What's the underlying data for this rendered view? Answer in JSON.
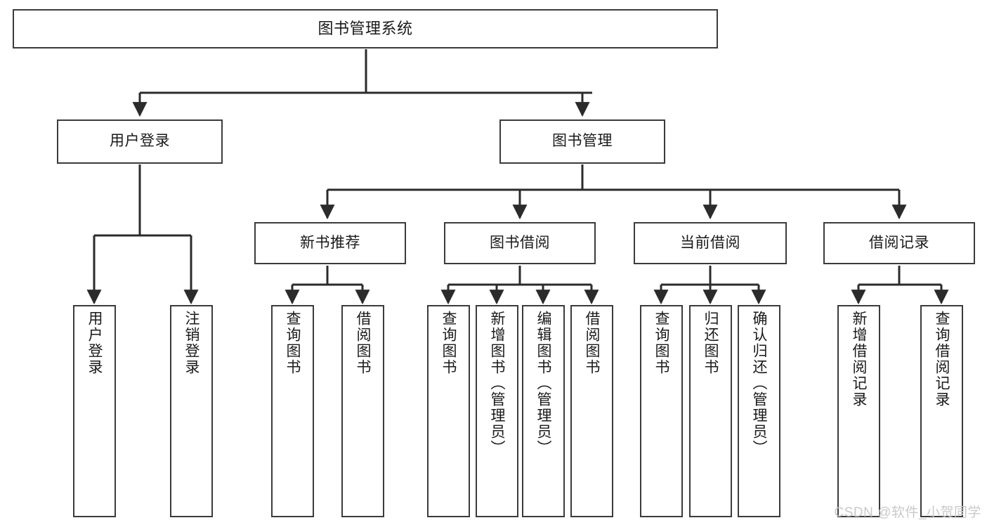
{
  "diagram": {
    "title": "图书管理系统",
    "watermark": "CSDN @软件_小贺同学",
    "colors": {
      "box_border": "#3b3b3b",
      "box_fill": "#ffffff",
      "connector": "#2b2b2b",
      "text": "#1a1a1a",
      "watermark": "#c9c9c9"
    },
    "root": {
      "label": "图书管理系统"
    },
    "level2": [
      {
        "label": "用户登录"
      },
      {
        "label": "图书管理"
      }
    ],
    "level3": [
      {
        "label": "新书推荐"
      },
      {
        "label": "图书借阅"
      },
      {
        "label": "当前借阅"
      },
      {
        "label": "借阅记录"
      }
    ],
    "leaves": {
      "user_login": [
        {
          "label": "用户登录"
        },
        {
          "label": "注销登录"
        }
      ],
      "new_book_recommend": [
        {
          "label": "查询图书"
        },
        {
          "label": "借阅图书"
        }
      ],
      "book_borrow": [
        {
          "label": "查询图书"
        },
        {
          "label": "新增图书（管理员）"
        },
        {
          "label": "编辑图书（管理员）"
        },
        {
          "label": "借阅图书"
        }
      ],
      "current_borrow": [
        {
          "label": "查询图书"
        },
        {
          "label": "归还图书"
        },
        {
          "label": "确认归还（管理员）"
        }
      ],
      "borrow_record": [
        {
          "label": "新增借阅记录"
        },
        {
          "label": "查询借阅记录"
        }
      ]
    }
  }
}
